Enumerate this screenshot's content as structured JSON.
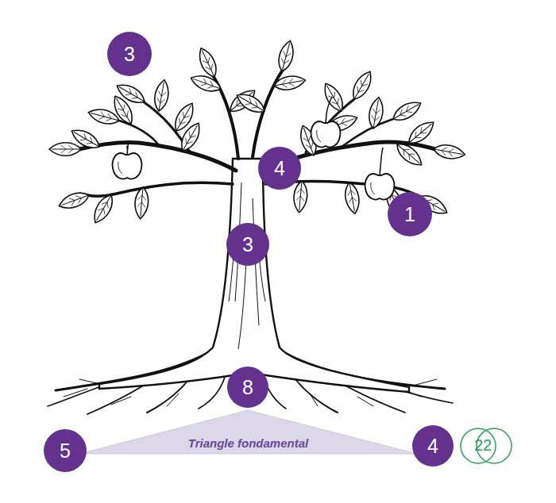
{
  "diagram": {
    "nodes": [
      {
        "text": [
          "3"
        ]
      },
      {
        "text": [
          "4"
        ]
      },
      {
        "text": [
          "1"
        ]
      },
      {
        "text": [
          "3"
        ]
      },
      {
        "text": [
          "8"
        ]
      },
      {
        "text": [
          "5"
        ]
      },
      {
        "text": [
          "Triangle fondamental"
        ]
      },
      {
        "text": [
          "4"
        ]
      },
      {
        "text": [
          "22"
        ]
      }
    ]
  }
}
